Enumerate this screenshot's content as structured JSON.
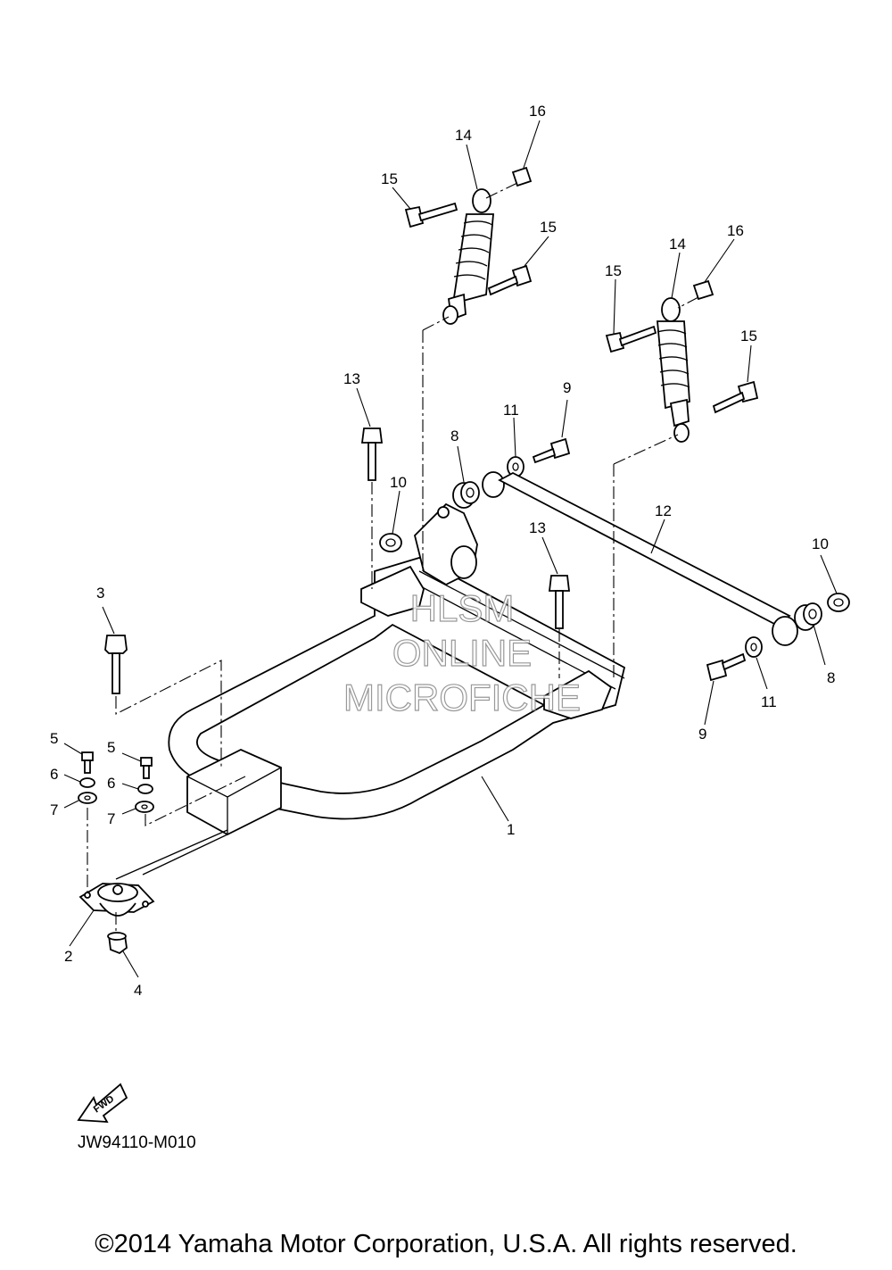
{
  "diagram": {
    "code": "JW94110-M010",
    "copyright": "©2014 Yamaha Motor Corporation, U.S.A. All rights reserved.",
    "fwd_label": "FWD",
    "watermark": [
      "HLSM",
      "ONLINE",
      "MICROFICHE"
    ],
    "callouts": [
      "1",
      "2",
      "3",
      "4",
      "5",
      "5",
      "6",
      "6",
      "7",
      "7",
      "8",
      "8",
      "9",
      "9",
      "10",
      "10",
      "11",
      "11",
      "12",
      "13",
      "13",
      "14",
      "14",
      "15",
      "15",
      "15",
      "15",
      "16",
      "16"
    ],
    "colors": {
      "line": "#000000",
      "background": "#ffffff",
      "watermark": "#888888"
    }
  }
}
